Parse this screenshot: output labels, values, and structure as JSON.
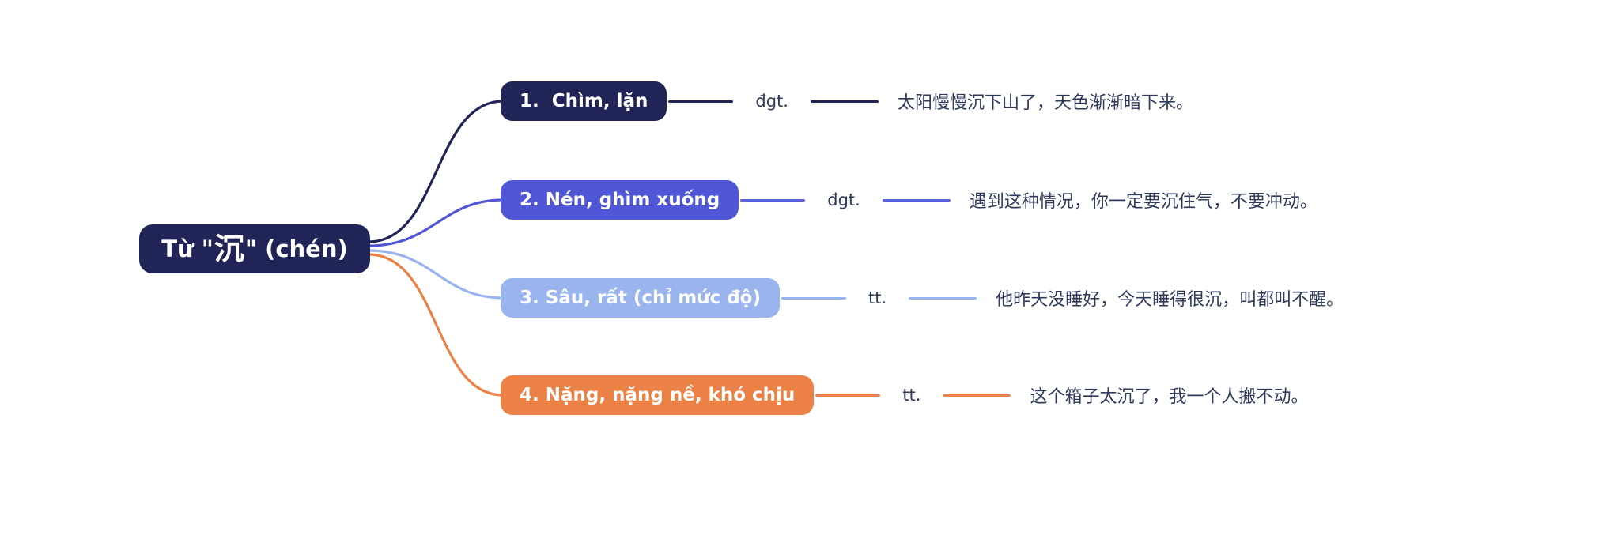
{
  "root": {
    "prefix": "Từ \"",
    "character": "沉",
    "suffix": "\" (chén)"
  },
  "branches": [
    {
      "label": "1.  Chìm, lặn",
      "pos": "đgt.",
      "example": "太阳慢慢沉下山了，天色渐渐暗下来。",
      "color": "#212456"
    },
    {
      "label": "2. Nén, ghìm xuống",
      "pos": "đgt.",
      "example": "遇到这种情况，你一定要沉住气，不要冲动。",
      "color": "#4f57d6"
    },
    {
      "label": "3. Sâu, rất (chỉ mức độ)",
      "pos": "tt.",
      "example": "他昨天没睡好，今天睡得很沉，叫都叫不醒。",
      "color": "#9ab4ee"
    },
    {
      "label": "4. Nặng, nặng nề, khó chịu",
      "pos": "tt.",
      "example": "这个箱子太沉了，我一个人搬不动。",
      "color": "#ec8146"
    }
  ],
  "colors": {
    "background": "#ffffff",
    "root_bg": "#212456",
    "branch_1": "#212456",
    "branch_2": "#4f57d6",
    "branch_3": "#9ab4ee",
    "branch_4": "#ec8146",
    "text_dark": "#2e3a59",
    "node_text": "#ffffff"
  }
}
